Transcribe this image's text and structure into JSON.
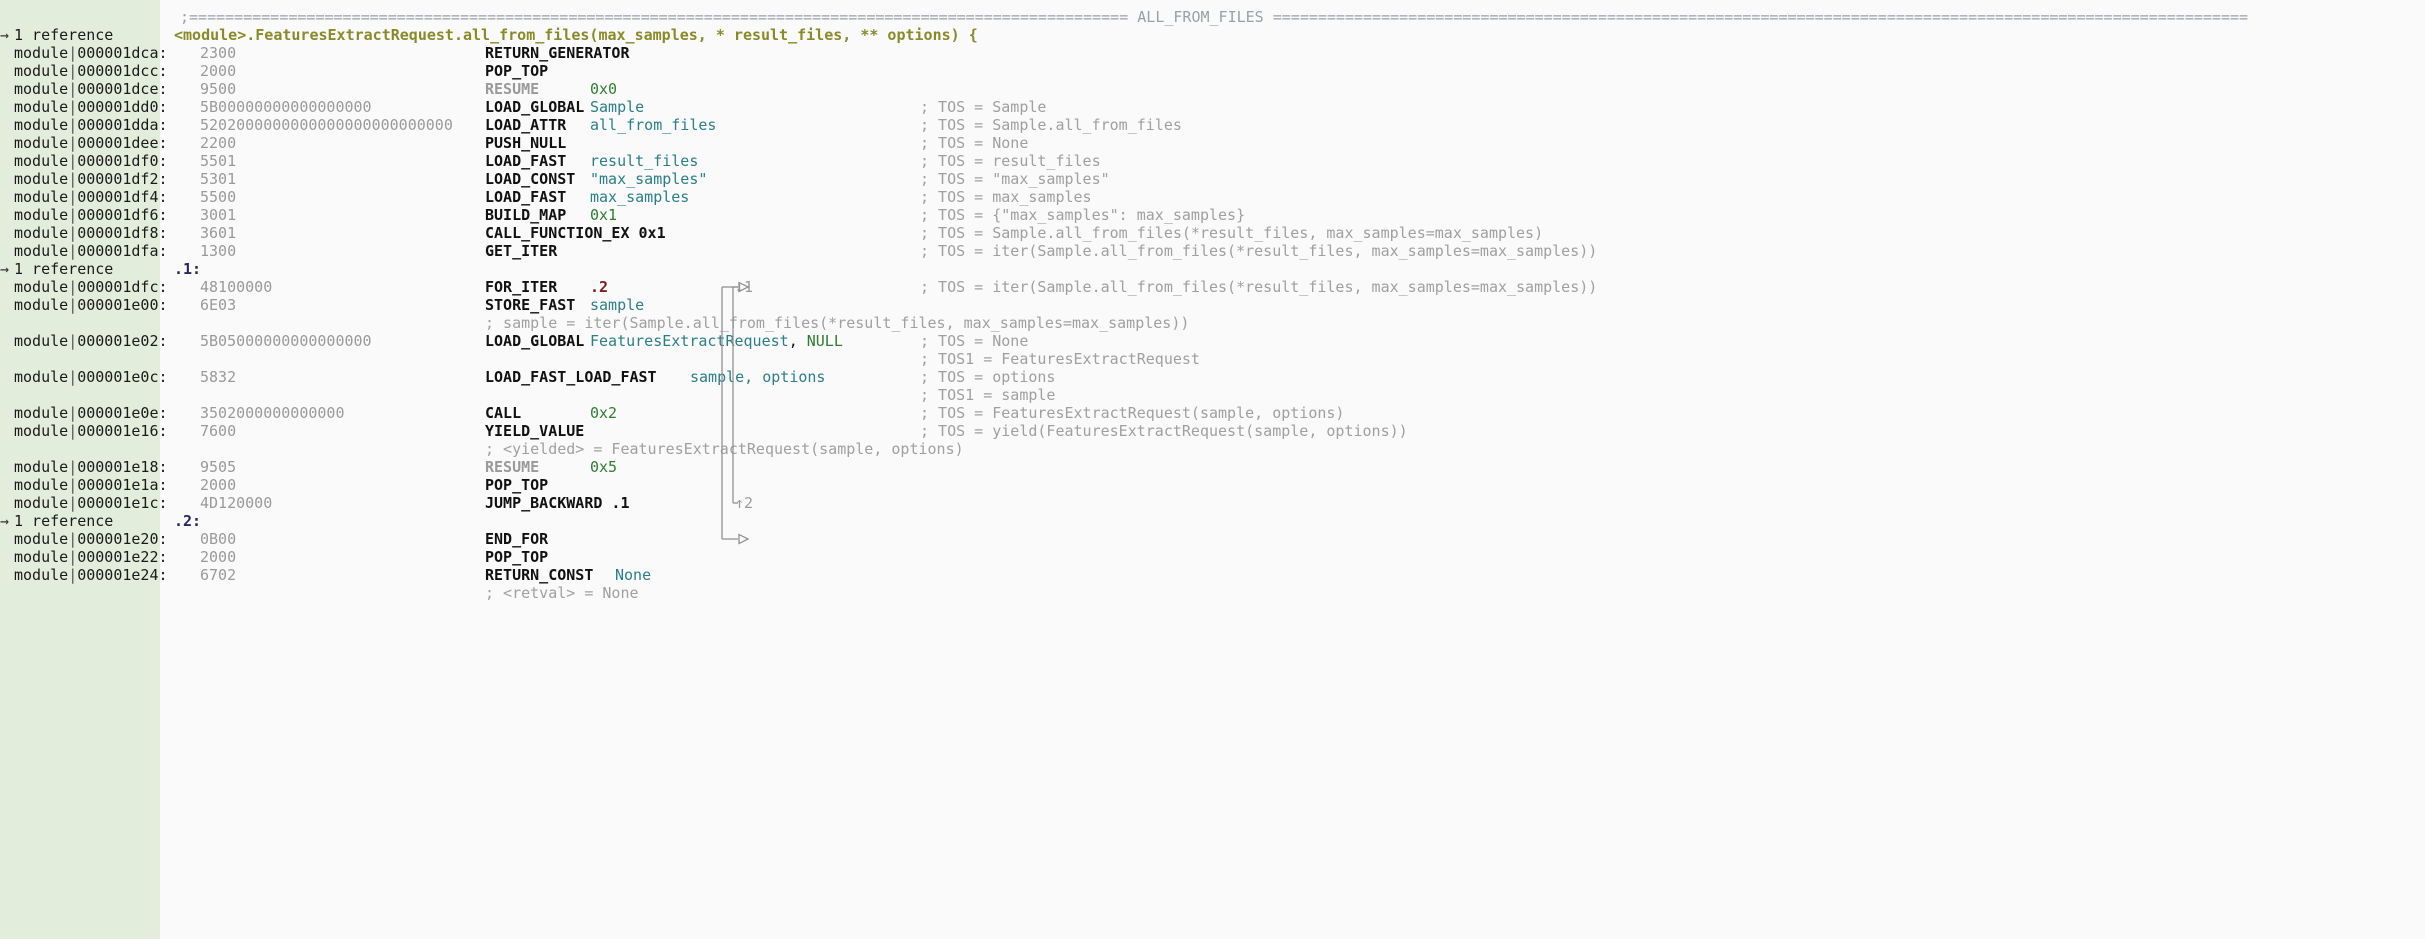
{
  "view": {
    "title": "disassembly-view",
    "gutter_label": "module",
    "reference_text": "1 reference",
    "reference_arrow": "→"
  },
  "banner": {
    "prefix": ";",
    "fill_char": "=",
    "title": "ALL_FROM_FILES"
  },
  "function": {
    "signature": "<module>.FeaturesExtractRequest.all_from_files(max_samples, * result_files, ** options) {"
  },
  "labels": {
    "l1": ".1:",
    "l2": ".2:"
  },
  "rows": [
    {
      "kind": "banner",
      "gutter": ""
    },
    {
      "kind": "fname",
      "gutter": "ref"
    },
    {
      "kind": "insn",
      "addr": "000001dca:",
      "bytes": "2300",
      "mnem": "RETURN_GENERATOR",
      "oper": "",
      "oper_cls": "",
      "cmt": ""
    },
    {
      "kind": "insn",
      "addr": "000001dcc:",
      "bytes": "2000",
      "mnem": "POP_TOP",
      "oper": "",
      "oper_cls": "",
      "cmt": ""
    },
    {
      "kind": "insn",
      "addr": "000001dce:",
      "bytes": "9500",
      "mnem": "RESUME",
      "mnem_dim": true,
      "oper": "0x0",
      "oper_cls": "t-num",
      "cmt": ""
    },
    {
      "kind": "insn",
      "addr": "000001dd0:",
      "bytes": "5B00000000000000000",
      "mnem": "LOAD_GLOBAL",
      "oper": "Sample",
      "oper_cls": "t-name",
      "cmt": "; TOS = Sample"
    },
    {
      "kind": "insn",
      "addr": "000001dda:",
      "bytes": "5202000000000000000000000000",
      "mnem": "LOAD_ATTR",
      "oper": "all_from_files",
      "oper_cls": "t-name",
      "cmt": "; TOS = Sample.all_from_files"
    },
    {
      "kind": "insn",
      "addr": "000001dee:",
      "bytes": "2200",
      "mnem": "PUSH_NULL",
      "oper": "",
      "oper_cls": "",
      "cmt": "; TOS = None"
    },
    {
      "kind": "insn",
      "addr": "000001df0:",
      "bytes": "5501",
      "mnem": "LOAD_FAST",
      "oper": "result_files",
      "oper_cls": "t-name",
      "cmt": "; TOS = result_files"
    },
    {
      "kind": "insn",
      "addr": "000001df2:",
      "bytes": "5301",
      "mnem": "LOAD_CONST",
      "oper": "\"max_samples\"",
      "oper_cls": "t-str",
      "cmt": "; TOS = \"max_samples\""
    },
    {
      "kind": "insn",
      "addr": "000001df4:",
      "bytes": "5500",
      "mnem": "LOAD_FAST",
      "oper": "max_samples",
      "oper_cls": "t-name",
      "cmt": "; TOS = max_samples"
    },
    {
      "kind": "insn",
      "addr": "000001df6:",
      "bytes": "3001",
      "mnem": "BUILD_MAP",
      "oper": "0x1",
      "oper_cls": "t-num",
      "cmt": "; TOS = {\"max_samples\": max_samples}"
    },
    {
      "kind": "insn",
      "addr": "000001df8:",
      "bytes": "3601",
      "mnem": "CALL_FUNCTION_EX 0x1",
      "mnem_wide": true,
      "oper": "",
      "oper_cls": "",
      "cmt": "; TOS = Sample.all_from_files(*result_files, max_samples=max_samples)"
    },
    {
      "kind": "insn",
      "addr": "000001dfa:",
      "bytes": "1300",
      "mnem": "GET_ITER",
      "oper": "",
      "oper_cls": "",
      "cmt": "; TOS = iter(Sample.all_from_files(*result_files, max_samples=max_samples))"
    },
    {
      "kind": "label",
      "gutter": "ref",
      "text": ".1:"
    },
    {
      "kind": "insn",
      "addr": "000001dfc:",
      "bytes": "48100000",
      "mnem": "FOR_ITER",
      "oper": ".2",
      "oper_cls": "t-lbl",
      "jump": "↓1",
      "cmt": "; TOS = iter(Sample.all_from_files(*result_files, max_samples=max_samples))"
    },
    {
      "kind": "insn",
      "addr": "000001e00:",
      "bytes": "6E03",
      "mnem": "STORE_FAST",
      "oper": "sample",
      "oper_cls": "t-name",
      "cmt": ""
    },
    {
      "kind": "comment",
      "text": "; sample = iter(Sample.all_from_files(*result_files, max_samples=max_samples))"
    },
    {
      "kind": "insn",
      "addr": "000001e02:",
      "bytes": "5B05000000000000000",
      "mnem": "LOAD_GLOBAL",
      "oper": "FeaturesExtractRequest, NULL",
      "oper_cls": "t-name",
      "oper_null": "NULL",
      "cmt": "; TOS = None"
    },
    {
      "kind": "cmtonly",
      "cmt": "; TOS1 = FeaturesExtractRequest"
    },
    {
      "kind": "insn",
      "addr": "000001e0c:",
      "bytes": "5832",
      "mnem": "LOAD_FAST_LOAD_FAST",
      "mnem_wide": true,
      "oper_at": 530,
      "oper": "sample, options",
      "oper_cls": "t-name",
      "cmt": "; TOS = options"
    },
    {
      "kind": "cmtonly",
      "cmt": "; TOS1 = sample"
    },
    {
      "kind": "insn",
      "addr": "000001e0e:",
      "bytes": "3502000000000000",
      "mnem": "CALL",
      "oper": "0x2",
      "oper_cls": "t-num",
      "cmt": "; TOS = FeaturesExtractRequest(sample, options)"
    },
    {
      "kind": "insn",
      "addr": "000001e16:",
      "bytes": "7600",
      "mnem": "YIELD_VALUE",
      "oper": "",
      "oper_cls": "",
      "cmt": "; TOS = yield(FeaturesExtractRequest(sample, options))"
    },
    {
      "kind": "comment",
      "text": "; <yielded> = FeaturesExtractRequest(sample, options)"
    },
    {
      "kind": "insn",
      "addr": "000001e18:",
      "bytes": "9505",
      "mnem": "RESUME",
      "mnem_dim": true,
      "oper": "0x5",
      "oper_cls": "t-num",
      "cmt": ""
    },
    {
      "kind": "insn",
      "addr": "000001e1a:",
      "bytes": "2000",
      "mnem": "POP_TOP",
      "oper": "",
      "oper_cls": "",
      "cmt": ""
    },
    {
      "kind": "insn",
      "addr": "000001e1c:",
      "bytes": "4D120000",
      "mnem": "JUMP_BACKWARD .1",
      "mnem_wide": true,
      "oper": "",
      "oper_cls": "",
      "jump": "↑2",
      "cmt": ""
    },
    {
      "kind": "label",
      "gutter": "ref",
      "text": ".2:"
    },
    {
      "kind": "insn",
      "addr": "000001e20:",
      "bytes": "0B00",
      "mnem": "END_FOR",
      "oper": "",
      "oper_cls": "",
      "cmt": ""
    },
    {
      "kind": "insn",
      "addr": "000001e22:",
      "bytes": "2000",
      "mnem": "POP_TOP",
      "oper": "",
      "oper_cls": "",
      "cmt": ""
    },
    {
      "kind": "insn",
      "addr": "000001e24:",
      "bytes": "6702",
      "mnem": "RETURN_CONST",
      "mnem_wide": true,
      "oper_at": 455,
      "oper": "None",
      "oper_cls": "t-name",
      "cmt": ""
    },
    {
      "kind": "comment",
      "text": "; <retval> = None"
    }
  ],
  "colors": {
    "gutter_bg": "#e3eddc",
    "page_bg": "#fafafa",
    "mnemonic": "#111111",
    "operand": "#2b7f86",
    "number": "#2e7d32",
    "comment": "#a0a0a0",
    "function_name": "#8a8a28",
    "label": "#26295c",
    "jump_label": "#7a2020",
    "bytes": "#9a9a9a"
  }
}
